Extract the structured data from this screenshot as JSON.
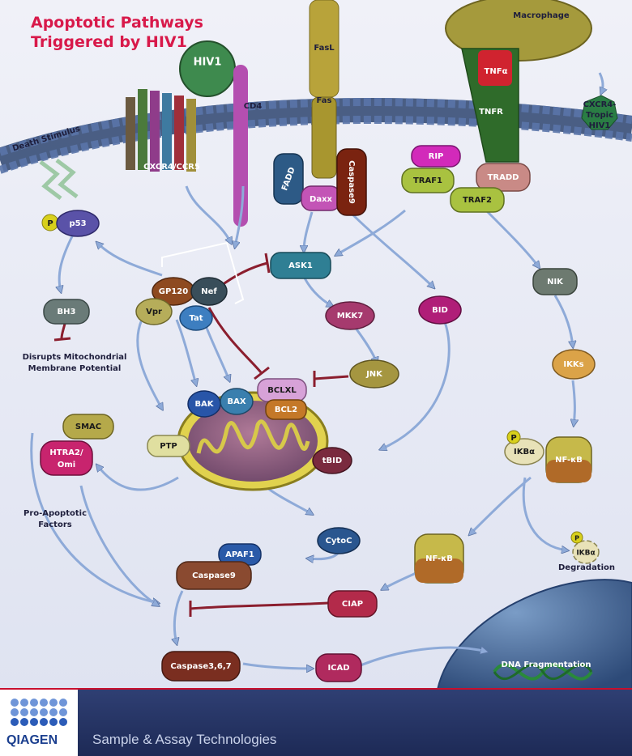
{
  "title": {
    "line1": "Apoptotic Pathways",
    "line2": "Triggered by HIV1"
  },
  "colors": {
    "title": "#d8194a",
    "membrane": "#2d4470",
    "bead": "#5a74a8",
    "arrow": "#8eaad8",
    "inhibit": "#8b1e2e",
    "footer": "#25346a",
    "brand": "#1b3f8f"
  },
  "labels": {
    "macrophage": "Macrophage",
    "tnfa": "TNFα",
    "tnfr": "TNFR",
    "cxcr4_tropic": [
      "CXCR4-",
      "Tropic",
      "HIV1"
    ],
    "hiv1": "HIV1",
    "cd4": "CD4",
    "fasl": "FasL",
    "fas": "Fas",
    "death_stimulus": "Death Stimulus",
    "cxcr4_ccr5": "CXCR4/CCR5",
    "disrupts": [
      "Disrupts Mitochondrial",
      "Membrane Potential"
    ],
    "pro_apoptotic": [
      "Pro-Apoptotic",
      "Factors"
    ],
    "ikba_degradation": "Degradation",
    "dna_fragmentation": "DNA Fragmentation"
  },
  "nodes": {
    "p": "P",
    "p53": "p53",
    "bh3": "BH3",
    "gp120": "GP120",
    "nef": "Nef",
    "vpr": "Vpr",
    "tat": "Tat",
    "fadd": "FADD",
    "daxx": "Daxx",
    "caspase9_top": "Caspase9",
    "rip": "RIP",
    "traf1": "TRAF1",
    "tradd": "TRADD",
    "traf2": "TRAF2",
    "ask1": "ASK1",
    "mkk7": "MKK7",
    "bid": "BID",
    "jnk": "JNK",
    "nik": "NIK",
    "ikks": "IKKs",
    "bak": "BAK",
    "bax": "BAX",
    "bclxl": "BCLXL",
    "bcl2": "BCL2",
    "smac": "SMAC",
    "htra2": [
      "HTRA2/",
      "Omi"
    ],
    "ptp": "PTP",
    "tbid": "tBID",
    "ikba": "IKBα",
    "nfkb": "NF-κB",
    "ikba2": "IKBα",
    "cytoc": "CytoC",
    "apaf1": "APAF1",
    "caspase9": "Caspase9",
    "ciap": "CIAP",
    "caspase367": "Caspase3,6,7",
    "icad": "ICAD"
  },
  "footer": {
    "brand": "QIAGEN",
    "tagline": "Sample & Assay Technologies"
  }
}
